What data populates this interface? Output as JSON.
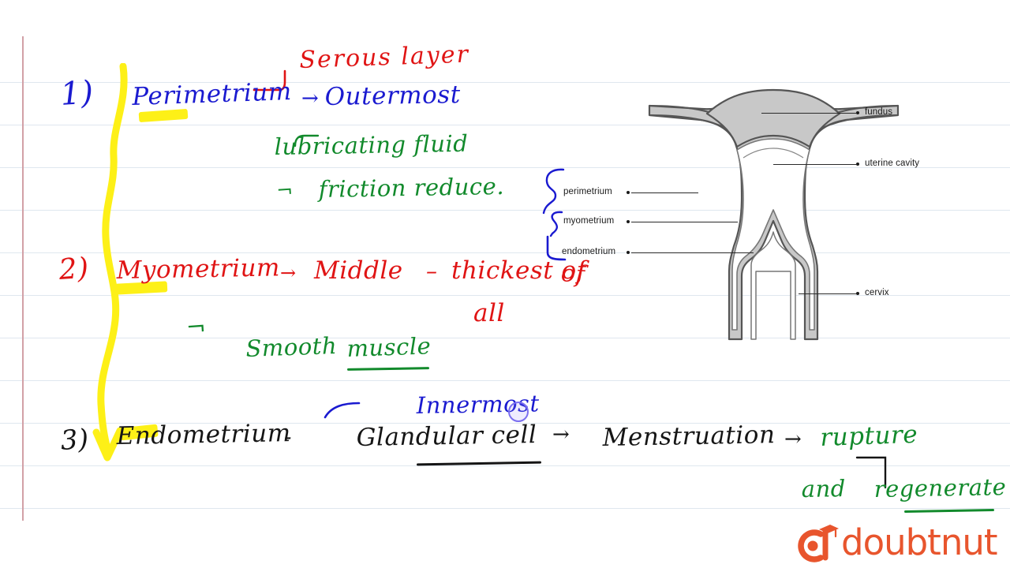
{
  "page": {
    "kind": "handwritten-notes-on-ruled-paper",
    "background_color": "#ffffff",
    "rule_color": "#dfe7ef",
    "margin_rule_color": "#d2a0a6",
    "highlighter_color": "#fdf017"
  },
  "ink_colors": {
    "blue": "#1a1ad0",
    "red": "#e01414",
    "green": "#128a2c",
    "black": "#151515"
  },
  "notes": {
    "item1": {
      "number": "1)",
      "term": "Perimetrium",
      "arrow": "→",
      "definition": "Outermost",
      "annotation": "Serous layer",
      "detail_line1": "lubricating  fluid",
      "detail_hook": "⌐",
      "detail_line2": "friction   reduce."
    },
    "item2": {
      "number": "2)",
      "term": "Myometrium",
      "arrow": "→",
      "definition": "Middle",
      "dash": "–",
      "qualifier": "thickest  of",
      "qualifier_wrap": "all",
      "detail_hook": "⌐",
      "detail": "Smooth",
      "detail_underlined": "muscle"
    },
    "item3": {
      "number": "3)",
      "term": "Endometrium",
      "dash": "-",
      "annotation": "Innermost",
      "definition": "Glandular cell",
      "arrow": "→",
      "consequence": "Menstruation",
      "arrow2": "→",
      "result": "rupture",
      "result_line2_prefix": "and",
      "result_line2": "regenerate"
    }
  },
  "diagram": {
    "title_alt": "cross-section of the uterus",
    "left_labels": [
      {
        "text": "perimetrium"
      },
      {
        "text": "myometrium"
      },
      {
        "text": "endometrium"
      }
    ],
    "right_labels": [
      {
        "text": "fundus"
      },
      {
        "text": "uterine cavity"
      },
      {
        "text": "cervix"
      }
    ],
    "fill_color": "#c8c8c8",
    "outline_color": "#5a5a5a",
    "brace_color": "#1a1ad0",
    "red_mark": "of"
  },
  "logo": {
    "wordmark": "doubtnut",
    "color": "#e8552d",
    "icon": "graduation-cap-d-icon"
  }
}
